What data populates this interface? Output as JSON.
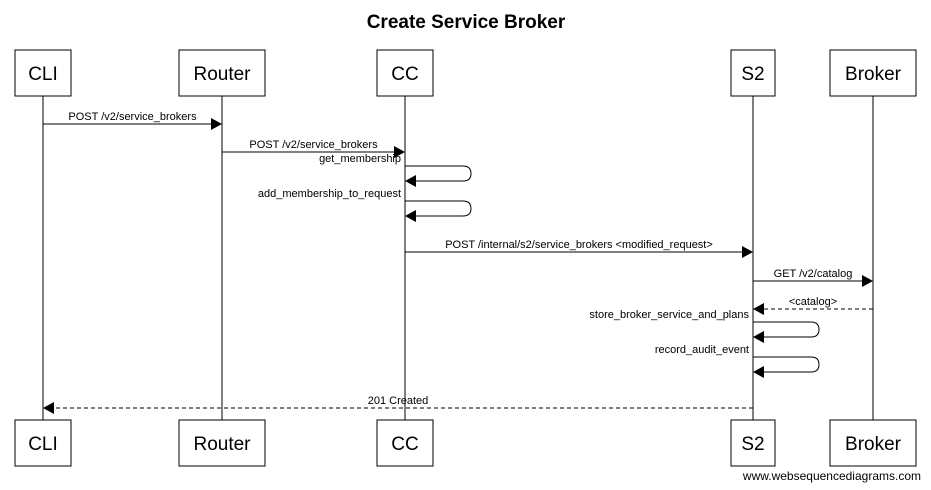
{
  "title": "Create Service Broker",
  "credit": "www.websequencediagrams.com",
  "colors": {
    "line": "#000000",
    "box_fill": "#ffffff",
    "text": "#000000"
  },
  "participants": [
    {
      "id": "cli",
      "label": "CLI"
    },
    {
      "id": "router",
      "label": "Router"
    },
    {
      "id": "cc",
      "label": "CC"
    },
    {
      "id": "s2",
      "label": "S2"
    },
    {
      "id": "broker",
      "label": "Broker"
    }
  ],
  "messages": [
    {
      "from": "cli",
      "to": "router",
      "label": "POST /v2/service_brokers",
      "style": "solid"
    },
    {
      "from": "router",
      "to": "cc",
      "label": "POST /v2/service_brokers",
      "style": "solid"
    },
    {
      "from": "cc",
      "to": "cc",
      "label": "get_membership",
      "style": "solid"
    },
    {
      "from": "cc",
      "to": "cc",
      "label": "add_membership_to_request",
      "style": "solid"
    },
    {
      "from": "cc",
      "to": "s2",
      "label": "POST /internal/s2/service_brokers <modified_request>",
      "style": "solid"
    },
    {
      "from": "s2",
      "to": "broker",
      "label": "GET /v2/catalog",
      "style": "solid"
    },
    {
      "from": "broker",
      "to": "s2",
      "label": "<catalog>",
      "style": "dashed"
    },
    {
      "from": "s2",
      "to": "s2",
      "label": "store_broker_service_and_plans",
      "style": "solid"
    },
    {
      "from": "s2",
      "to": "s2",
      "label": "record_audit_event",
      "style": "solid"
    },
    {
      "from": "s2",
      "to": "cli",
      "label": "201 Created",
      "style": "dashed"
    }
  ]
}
